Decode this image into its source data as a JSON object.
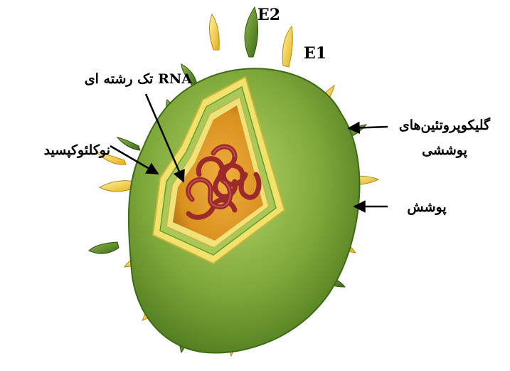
{
  "labels": {
    "e2": "E2",
    "e1": "E1",
    "rna": "RNA تک رشته ای",
    "nucleocapsid": "نوکلئوکپسید",
    "glycoproteins_line1": "گلیکوپروتئین‌های",
    "glycoproteins_line2": "پوششی",
    "envelope": "پوشش"
  },
  "colors": {
    "envelope_outer": "#7ea83a",
    "envelope_dark": "#4f7a1f",
    "capsid_yellow": "#f0e26a",
    "interior_orange": "#d9901e",
    "rna_red": "#9c2a2a",
    "spike_yellow": "#f2c832",
    "spike_green": "#4d7a22"
  }
}
